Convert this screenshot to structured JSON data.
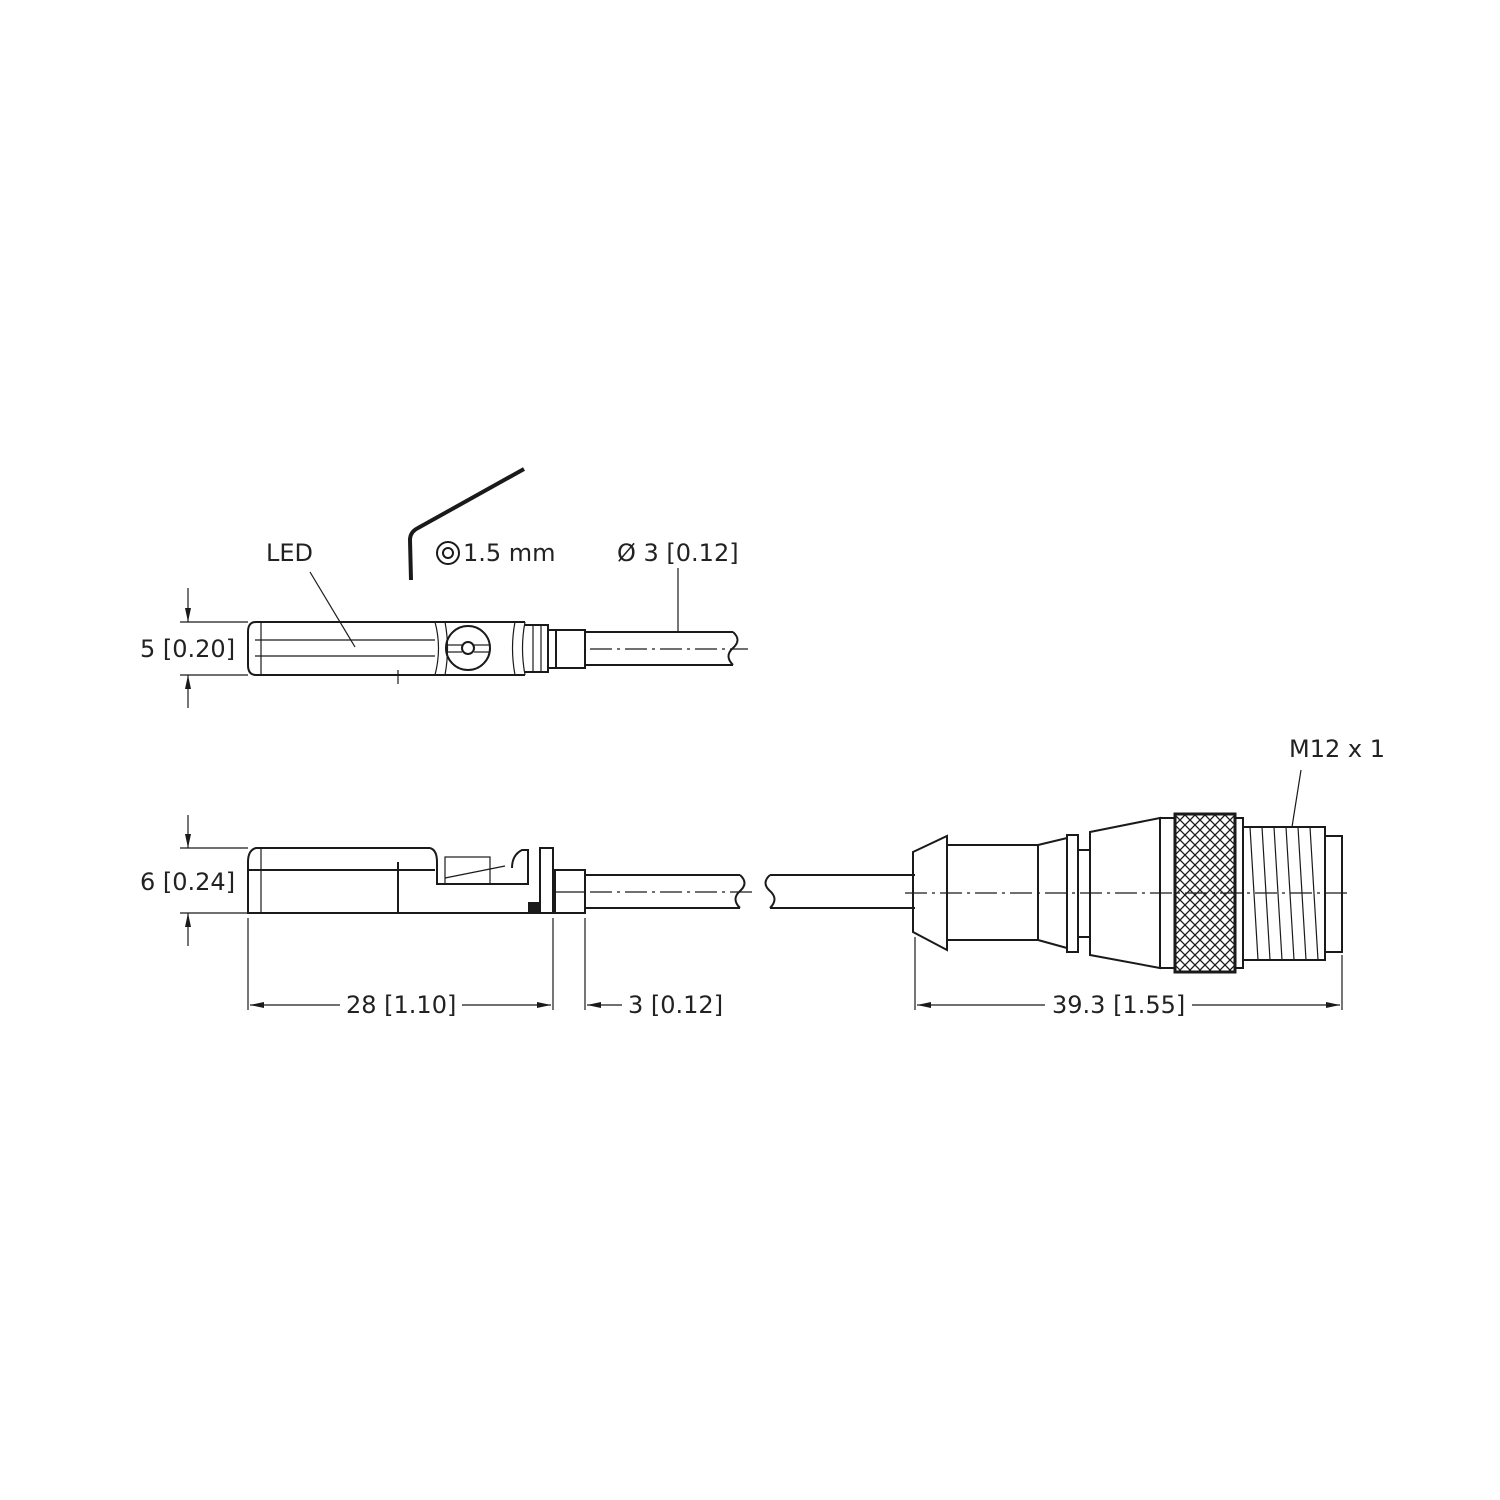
{
  "drawing": {
    "top_view": {
      "led_label": "LED",
      "tool_size": "1.5 mm",
      "cable_diameter": "Ø 3 [0.12]",
      "height_dim": "5 [0.20]"
    },
    "side_view": {
      "height_dim": "6 [0.24]",
      "body_length_dim": "28 [1.10]",
      "sleeve_length_dim": "3 [0.12]"
    },
    "connector": {
      "thread_label": "M12 x 1",
      "length_dim": "39.3 [1.55]"
    },
    "colors": {
      "line": "#1a1a1a",
      "background": "#ffffff"
    }
  }
}
